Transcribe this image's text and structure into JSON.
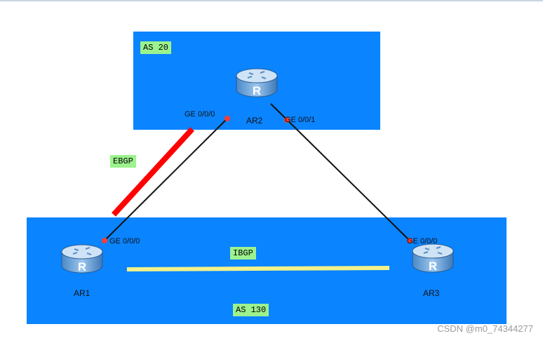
{
  "areas": {
    "as20": {
      "label": "AS 20"
    },
    "as130": {
      "label": "AS 130"
    }
  },
  "routers": {
    "ar1": {
      "name": "AR1",
      "icon": "router-icon"
    },
    "ar2": {
      "name": "AR2",
      "icon": "router-icon"
    },
    "ar3": {
      "name": "AR3",
      "icon": "router-icon"
    }
  },
  "interfaces": {
    "ar1_ge000": "GE 0/0/0",
    "ar2_ge000": "GE 0/0/0",
    "ar2_ge001": "GE 0/0/1",
    "ar3_ge000": "GE 0/0/0"
  },
  "links": {
    "ebgp": {
      "label": "EBGP",
      "color": "#ff0000"
    },
    "ibgp": {
      "label": "IBGP",
      "color": "#f2f28a"
    }
  },
  "colors": {
    "as_area": "#0a84ff",
    "label_bg": "#9cf28d",
    "port_dot": "#ff3b30"
  },
  "watermark": "CSDN @m0_74344277"
}
